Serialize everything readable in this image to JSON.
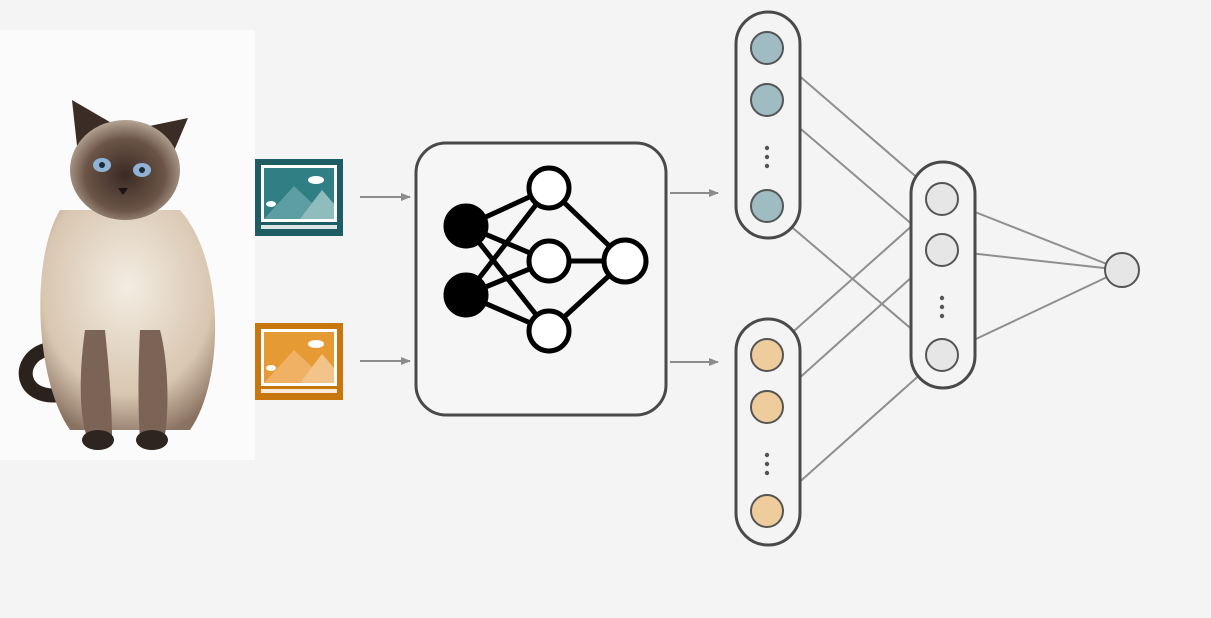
{
  "diagram": {
    "subject_image": "siamese-cat-photo",
    "inputs": [
      {
        "icon": "image-icon",
        "color": "#1d5d63",
        "accent": "#5c9ea1"
      },
      {
        "icon": "image-icon",
        "color": "#c8760e",
        "accent": "#f3c489"
      }
    ],
    "model_icon": "neural-network-icon",
    "embedding_groups": [
      {
        "node_fill": "#9ebcc2",
        "visible_nodes": 3,
        "ellipsis": true
      },
      {
        "node_fill": "#efcc9c",
        "visible_nodes": 3,
        "ellipsis": true
      }
    ],
    "hidden_layer": {
      "node_fill": "#e6e6e6",
      "visible_nodes": 3,
      "ellipsis": true
    },
    "output_node": {
      "node_fill": "#e6e6e6"
    },
    "colors": {
      "background": "#f4f4f4",
      "outline": "#4a4a4a",
      "arrow": "#8c8c8c",
      "connection": "#8f8f8f"
    }
  }
}
